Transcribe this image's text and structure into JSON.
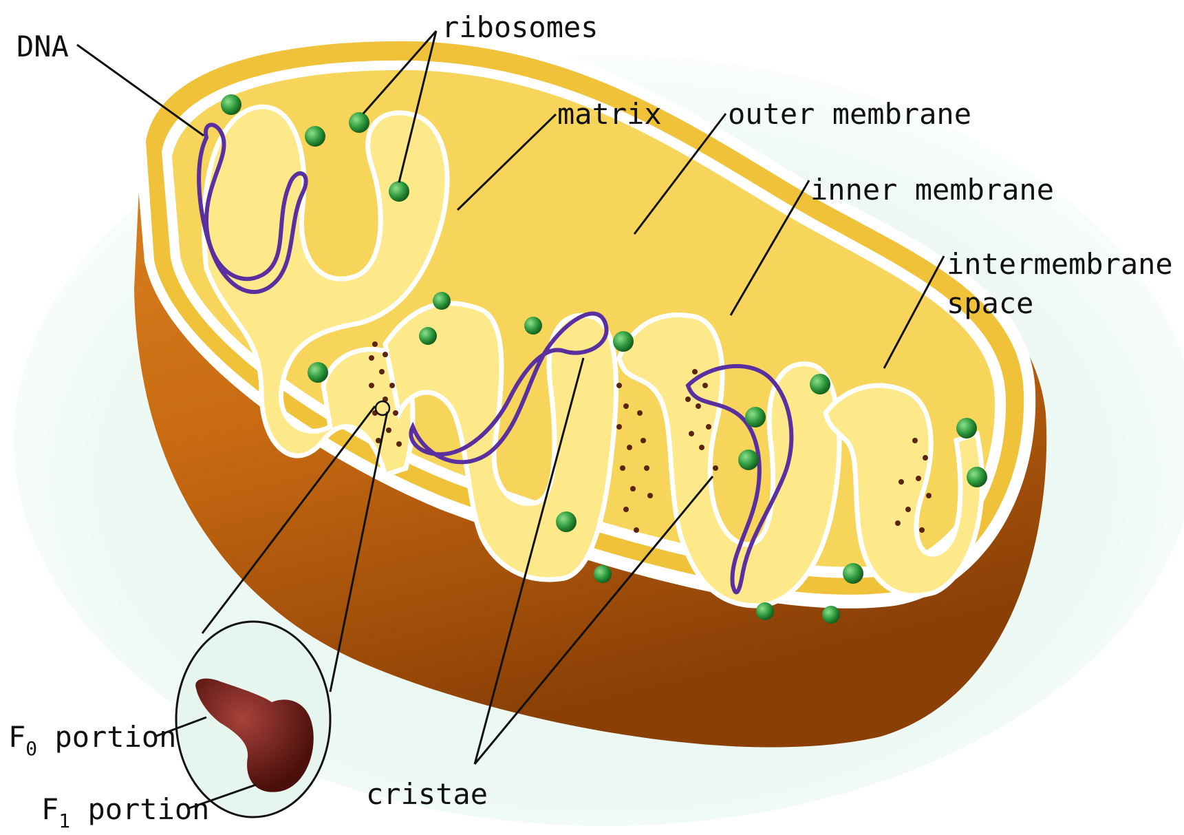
{
  "diagram": {
    "labels": {
      "dna": "DNA",
      "ribosomes": "ribosomes",
      "matrix": "matrix",
      "outer_membrane": "outer membrane",
      "inner_membrane": "inner membrane",
      "intermembrane_line1": "intermembrane",
      "intermembrane_line2": "space",
      "f0_prefix": "F",
      "f0_sub": "0",
      "f0_rest": " portion",
      "f1_prefix": "F",
      "f1_sub": "1",
      "f1_rest": " portion",
      "cristae": "cristae"
    },
    "colors": {
      "background_glow": "#dff4ec",
      "outer_shell": "#c86a12",
      "outer_shell_dark": "#8a3f06",
      "rim": "#ffffff",
      "intermembrane": "#f0c23a",
      "matrix": "#f7d55a",
      "cristae_fold": "#fde98a",
      "dna": "#5a2fa0",
      "ribosome": "#2e9a3e",
      "atp_synthase_dots": "#5a2410",
      "enzyme": "#6e1a14",
      "leader_line": "#111111"
    }
  }
}
